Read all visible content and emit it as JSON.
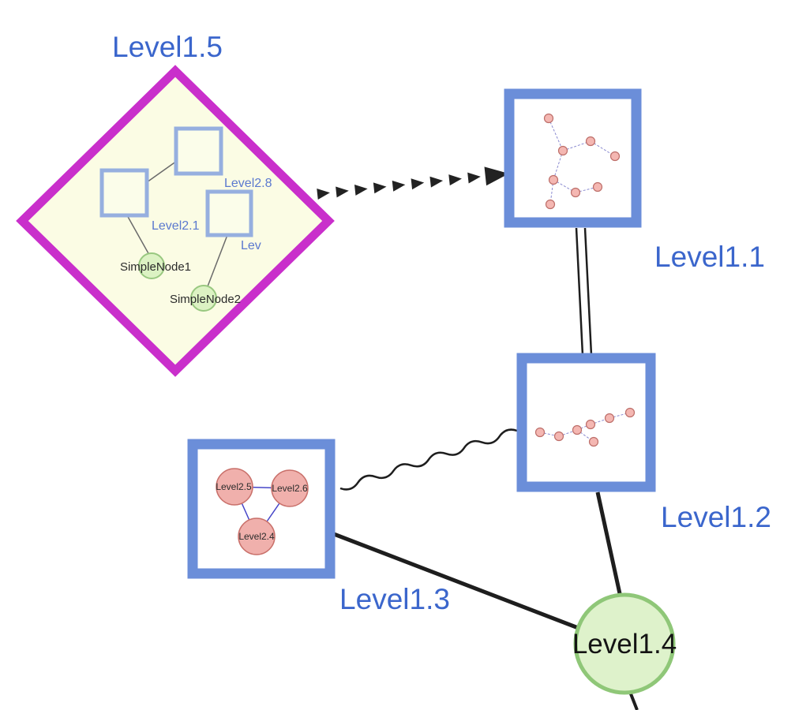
{
  "graph": {
    "group_level1_5": {
      "label": "Level1.5",
      "children": {
        "square_level2_8": {
          "label": "Level2.8"
        },
        "square_level2_1": {
          "label": "Level2.1"
        },
        "square_lev": {
          "label": "Lev"
        },
        "circle_simple_node1": {
          "label": "SimpleNode1"
        },
        "circle_simple_node2": {
          "label": "SimpleNode2"
        }
      }
    },
    "node_level1_1": {
      "label": "Level1.1"
    },
    "node_level1_2": {
      "label": "Level1.2"
    },
    "node_level1_3": {
      "label": "Level1.3",
      "children": {
        "circle_level2_5": {
          "label": "Level2.5"
        },
        "circle_level2_6": {
          "label": "Level2.6"
        },
        "circle_level2_4": {
          "label": "Level2.4"
        }
      }
    },
    "node_level1_4": {
      "label": "Level1.4"
    },
    "edges": [
      {
        "from": "Level1.5",
        "to": "Level1.1",
        "style": "bold-dashed-arrow"
      },
      {
        "from": "Level1.1",
        "to": "Level1.2",
        "style": "double-line"
      },
      {
        "from": "Level1.3",
        "to": "Level1.2",
        "style": "wavy-line"
      },
      {
        "from": "Level1.3",
        "to": "Level1.4",
        "style": "solid-line"
      },
      {
        "from": "Level1.2",
        "to": "Level1.4",
        "style": "solid-line"
      }
    ],
    "colors": {
      "label_blue": "#3b66cc",
      "node_border_blue": "#6b8ed9",
      "group_border_magenta": "#c92fcb",
      "group_fill_yellow": "#fbfce4",
      "green_node_fill": "#def2cb",
      "green_node_border": "#8fc778",
      "pink_node_fill": "#f0b0ac",
      "pink_node_border": "#c9706a",
      "edge_color": "#1e1e1e"
    }
  }
}
